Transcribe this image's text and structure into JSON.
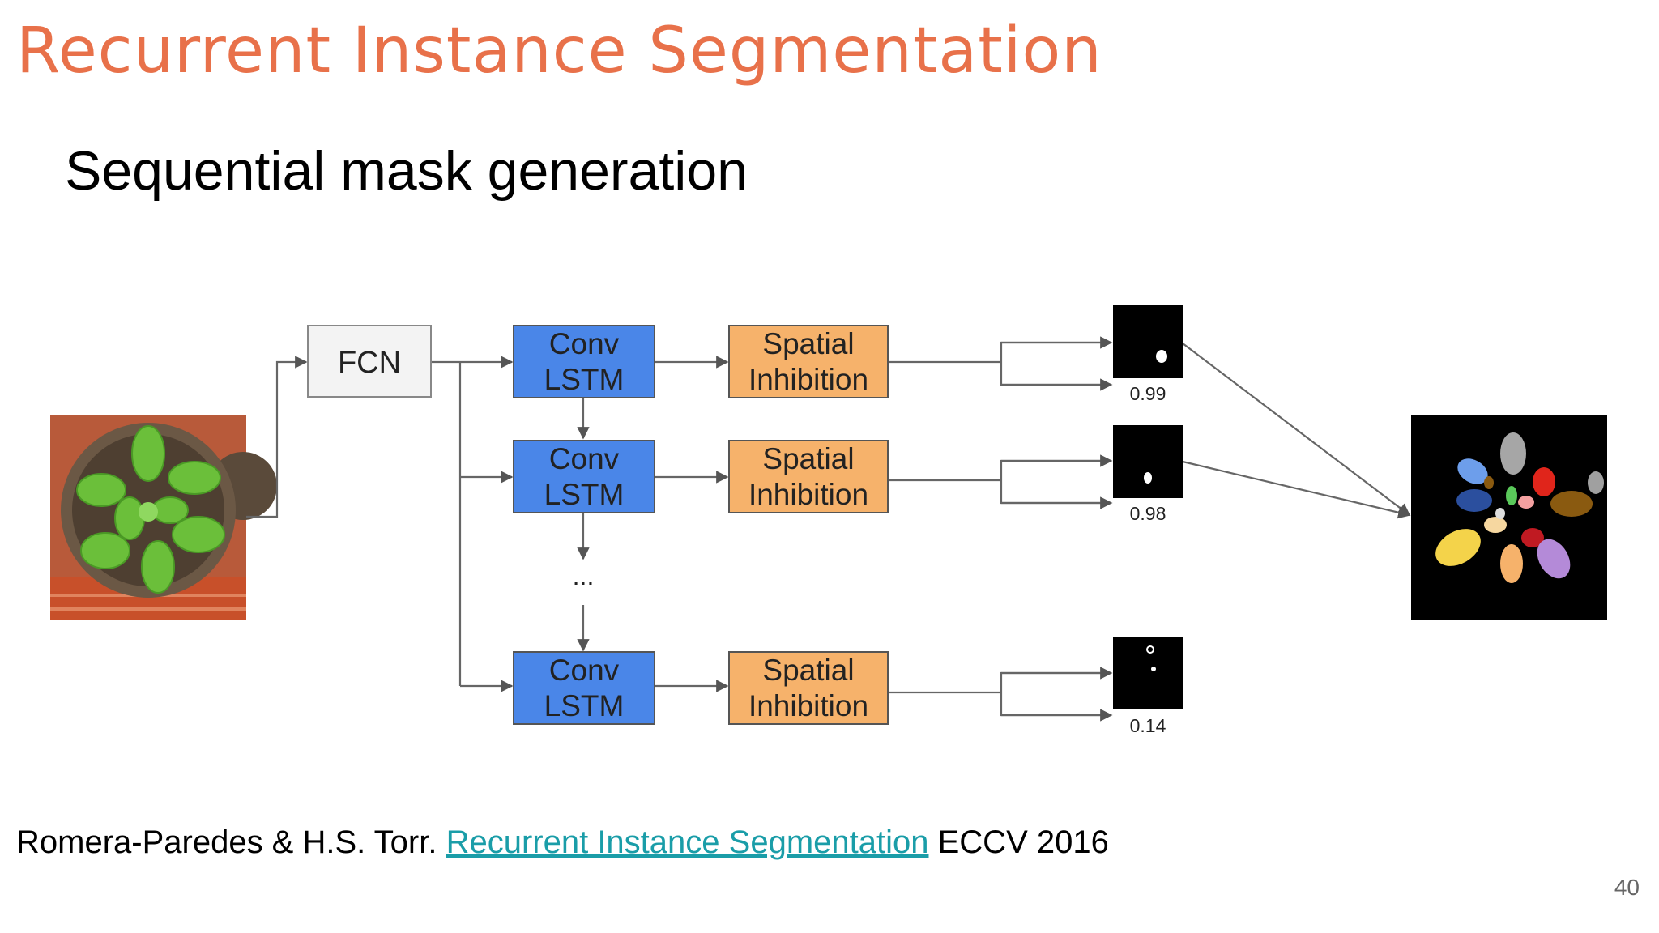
{
  "slide": {
    "title": "Recurrent Instance Segmentation",
    "subtitle": "Sequential mask generation",
    "citation": {
      "authors": "Romera-Paredes & H.S. Torr.",
      "link_text": "Recurrent Instance Segmentation",
      "venue": "ECCV 2016"
    },
    "page_number": "40"
  },
  "diagram": {
    "fcn_label": "FCN",
    "rows": [
      {
        "lstm_line1": "Conv",
        "lstm_line2": "LSTM",
        "inhibit_line1": "Spatial",
        "inhibit_line2": "Inhibition",
        "score": "0.99"
      },
      {
        "lstm_line1": "Conv",
        "lstm_line2": "LSTM",
        "inhibit_line1": "Spatial",
        "inhibit_line2": "Inhibition",
        "score": "0.98"
      },
      {
        "lstm_line1": "Conv",
        "lstm_line2": "LSTM",
        "inhibit_line1": "Spatial",
        "inhibit_line2": "Inhibition",
        "score": "0.14"
      }
    ],
    "ellipsis": "...",
    "colors": {
      "title": "#e8714a",
      "lstm_fill": "#4a86e8",
      "inhibition_fill": "#f6b26b",
      "fcn_fill": "#f3f3f3",
      "link": "#1a9da8"
    }
  }
}
